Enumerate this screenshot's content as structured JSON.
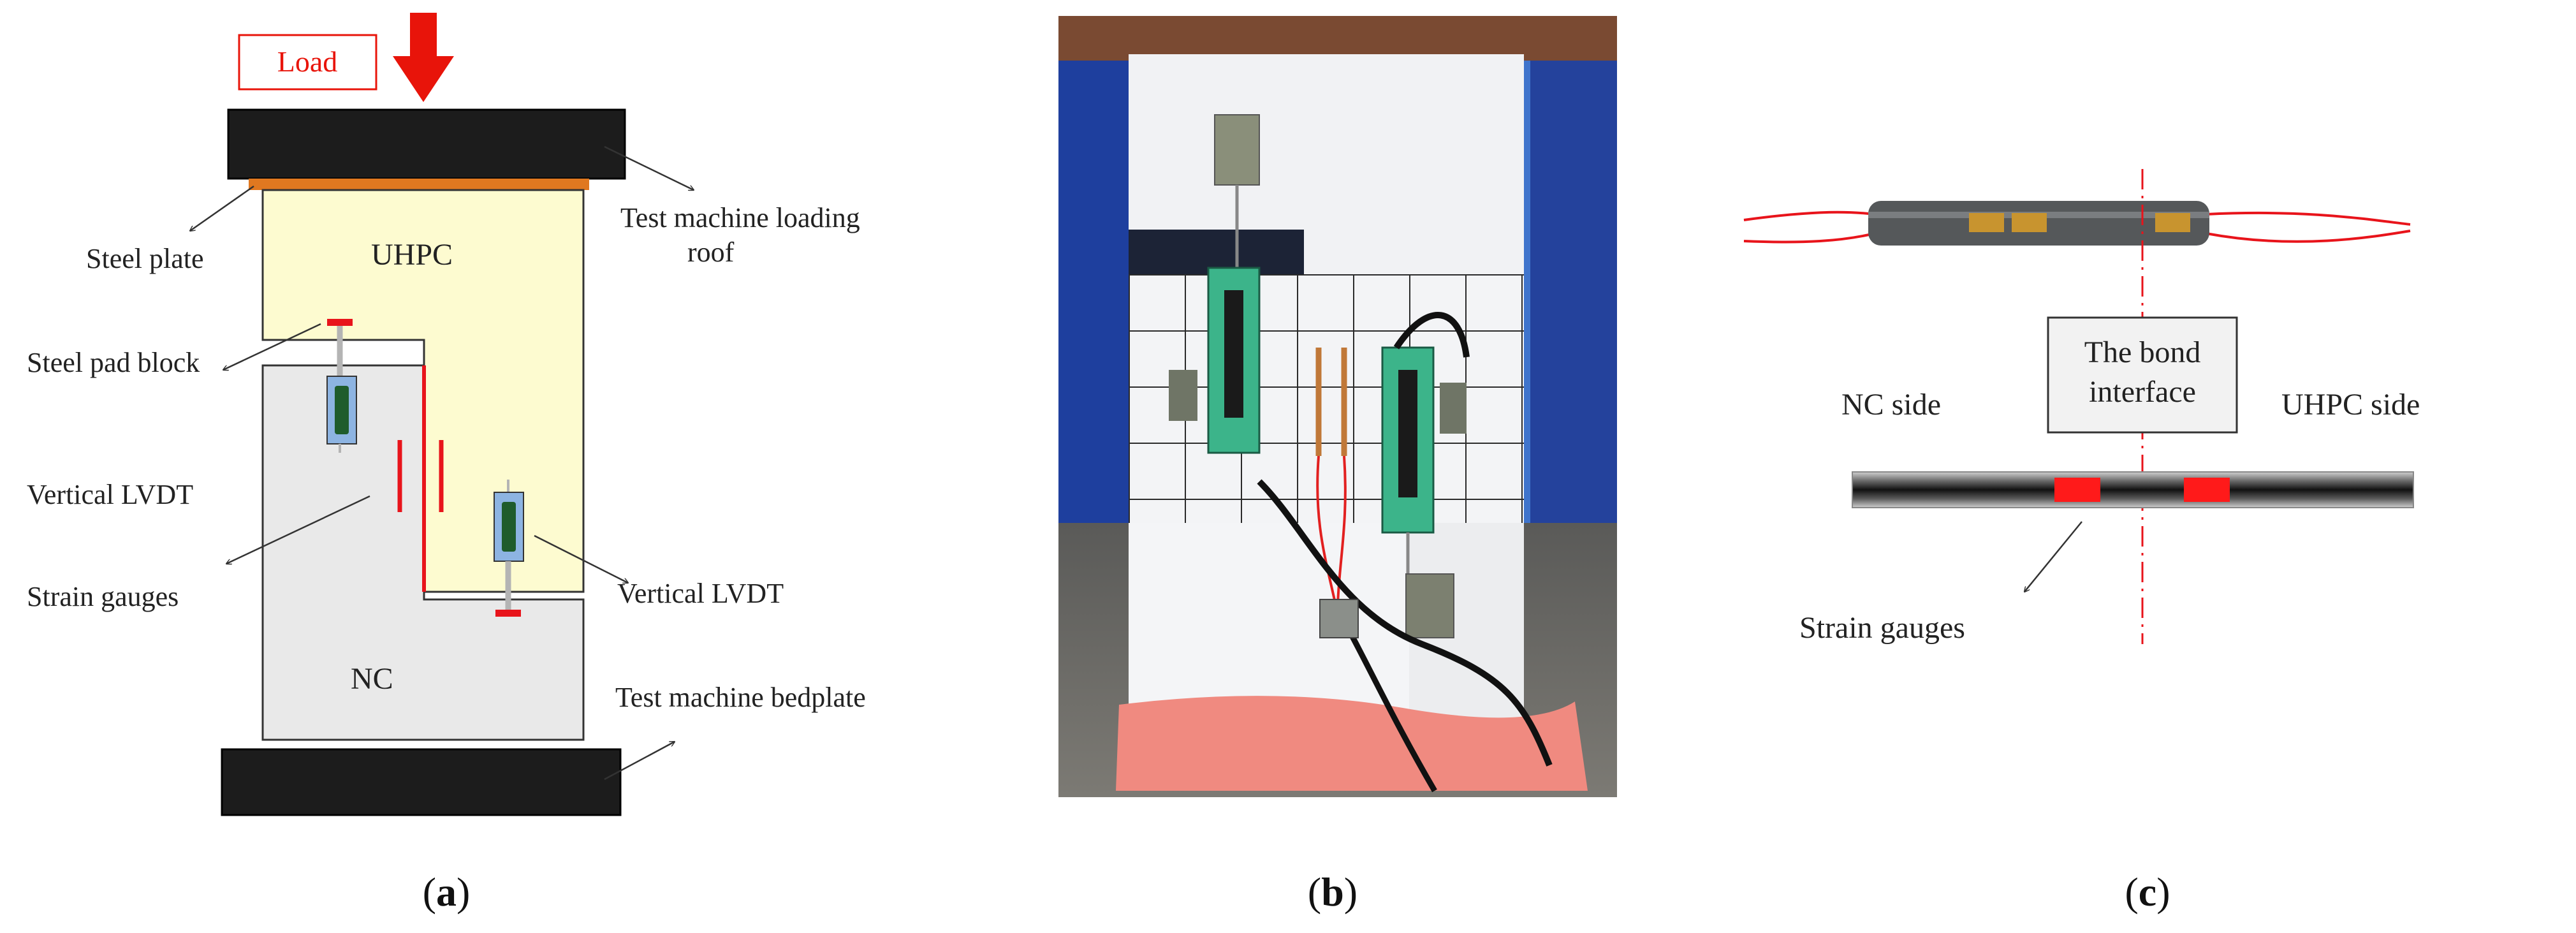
{
  "panel_a": {
    "caption_letter": "a",
    "load_label": "Load",
    "labels": {
      "steel_plate": "Steel plate",
      "uhpc": "UHPC",
      "roof_line1": "Test machine loading",
      "roof_line2": "roof",
      "steel_pad_block": "Steel pad block",
      "vertical_lvdt_left": "Vertical LVDT",
      "strain_gauges": "Strain gauges",
      "vertical_lvdt_right": "Vertical LVDT",
      "nc": "NC",
      "bedplate": "Test machine bedplate"
    }
  },
  "panel_b": {
    "caption_letter": "b"
  },
  "panel_c": {
    "caption_letter": "c",
    "interface_line1": "The bond",
    "interface_line2": "interface",
    "nc_side": "NC side",
    "uhpc_side": "UHPC side",
    "strain_gauges": "Strain gauges"
  },
  "colors": {
    "load_red": "#e8140a",
    "black_plate": "#1c1c1c",
    "steel_orange": "#e07820",
    "uhpc_fill": "#fdfbd0",
    "nc_fill": "#e9e9e9",
    "lvdt_blue": "#8db4e2",
    "lvdt_core": "#1f5c2c",
    "gauge_red": "#e8141b",
    "backdrop_blue": "#1a44a8",
    "pink_base": "#f08a80"
  }
}
